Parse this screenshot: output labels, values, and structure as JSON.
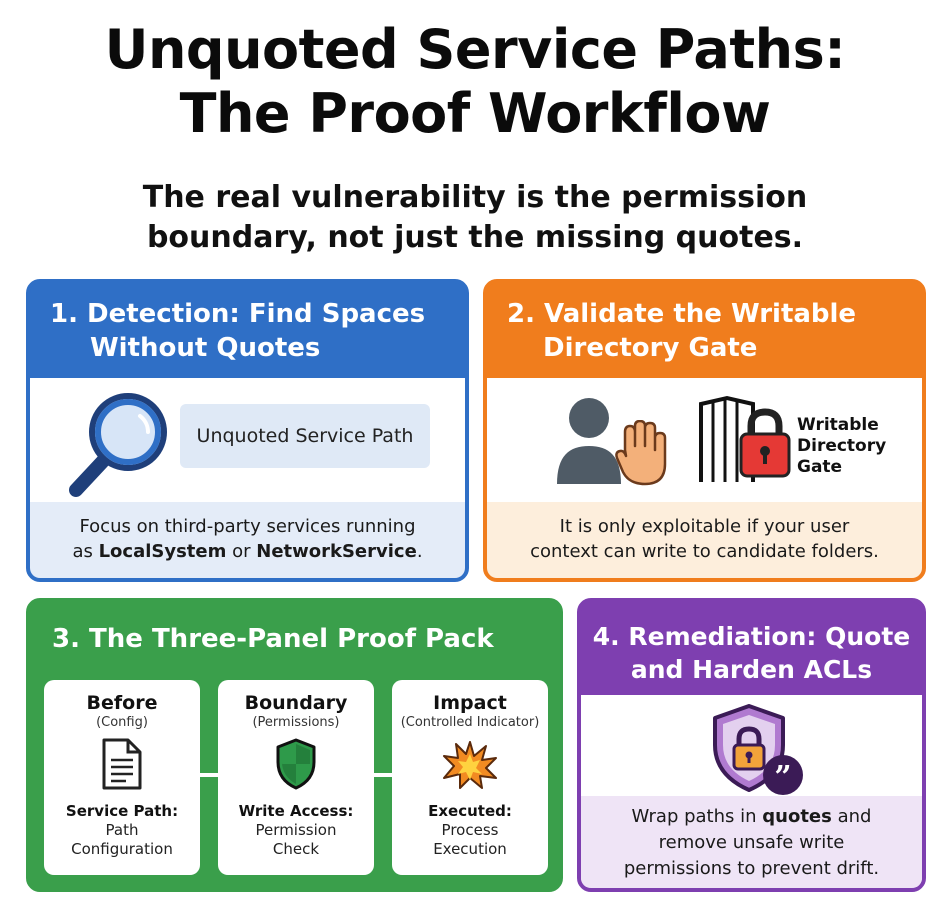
{
  "title_line1": "Unquoted Service Paths:",
  "title_line2": "The Proof Workflow",
  "subtitle_line1": "The real vulnerability is the permission",
  "subtitle_line2": "boundary, not just the missing quotes.",
  "cards": {
    "detection": {
      "heading_line1": "1. Detection: Find Spaces",
      "heading_line2": "Without Quotes",
      "pill_text": "Unquoted Service Path",
      "footer_line1": "Focus on third-party services running",
      "footer_as": "as ",
      "footer_bold1": "LocalSystem",
      "footer_or": " or ",
      "footer_bold2": "NetworkService",
      "footer_end": ".",
      "icon": "magnifying-glass-icon",
      "color": "#2f6fc6"
    },
    "validate": {
      "heading_line1": "2. Validate the Writable",
      "heading_line2": "Directory Gate",
      "gate_line1": "Writable",
      "gate_line2": "Directory",
      "gate_line3": "Gate",
      "footer_line1": "It is only exploitable if your user",
      "footer_line2": "context can write to candidate folders.",
      "icons": [
        "user-icon",
        "stop-hand-icon",
        "gate-icon",
        "padlock-icon"
      ],
      "color": "#f07d1d"
    },
    "proof_pack": {
      "heading": "3. The Three-Panel Proof Pack",
      "color": "#3a9f4b",
      "panels": [
        {
          "title": "Before",
          "sub": "(Config)",
          "label_bold": "Service Path:",
          "label_line2": "Path",
          "label_line3": "Configuration",
          "icon": "document-icon"
        },
        {
          "title": "Boundary",
          "sub": "(Permissions)",
          "label_bold": "Write Access:",
          "label_line2": "Permission",
          "label_line3": "Check",
          "icon": "shield-icon"
        },
        {
          "title": "Impact",
          "sub": "(Controlled Indicator)",
          "label_bold": "Executed:",
          "label_line2": "Process",
          "label_line3": "Execution",
          "icon": "explosion-icon"
        }
      ]
    },
    "remediation": {
      "heading_line1": "4. Remediation: Quote",
      "heading_line2": "and Harden ACLs",
      "footer_pre": "Wrap paths in ",
      "footer_bold": "quotes",
      "footer_post": " and",
      "footer_line2": "remove unsafe write",
      "footer_line3": "permissions to prevent drift.",
      "icons": [
        "shield-lock-icon",
        "quote-icon"
      ],
      "color": "#7e3fb0"
    }
  }
}
